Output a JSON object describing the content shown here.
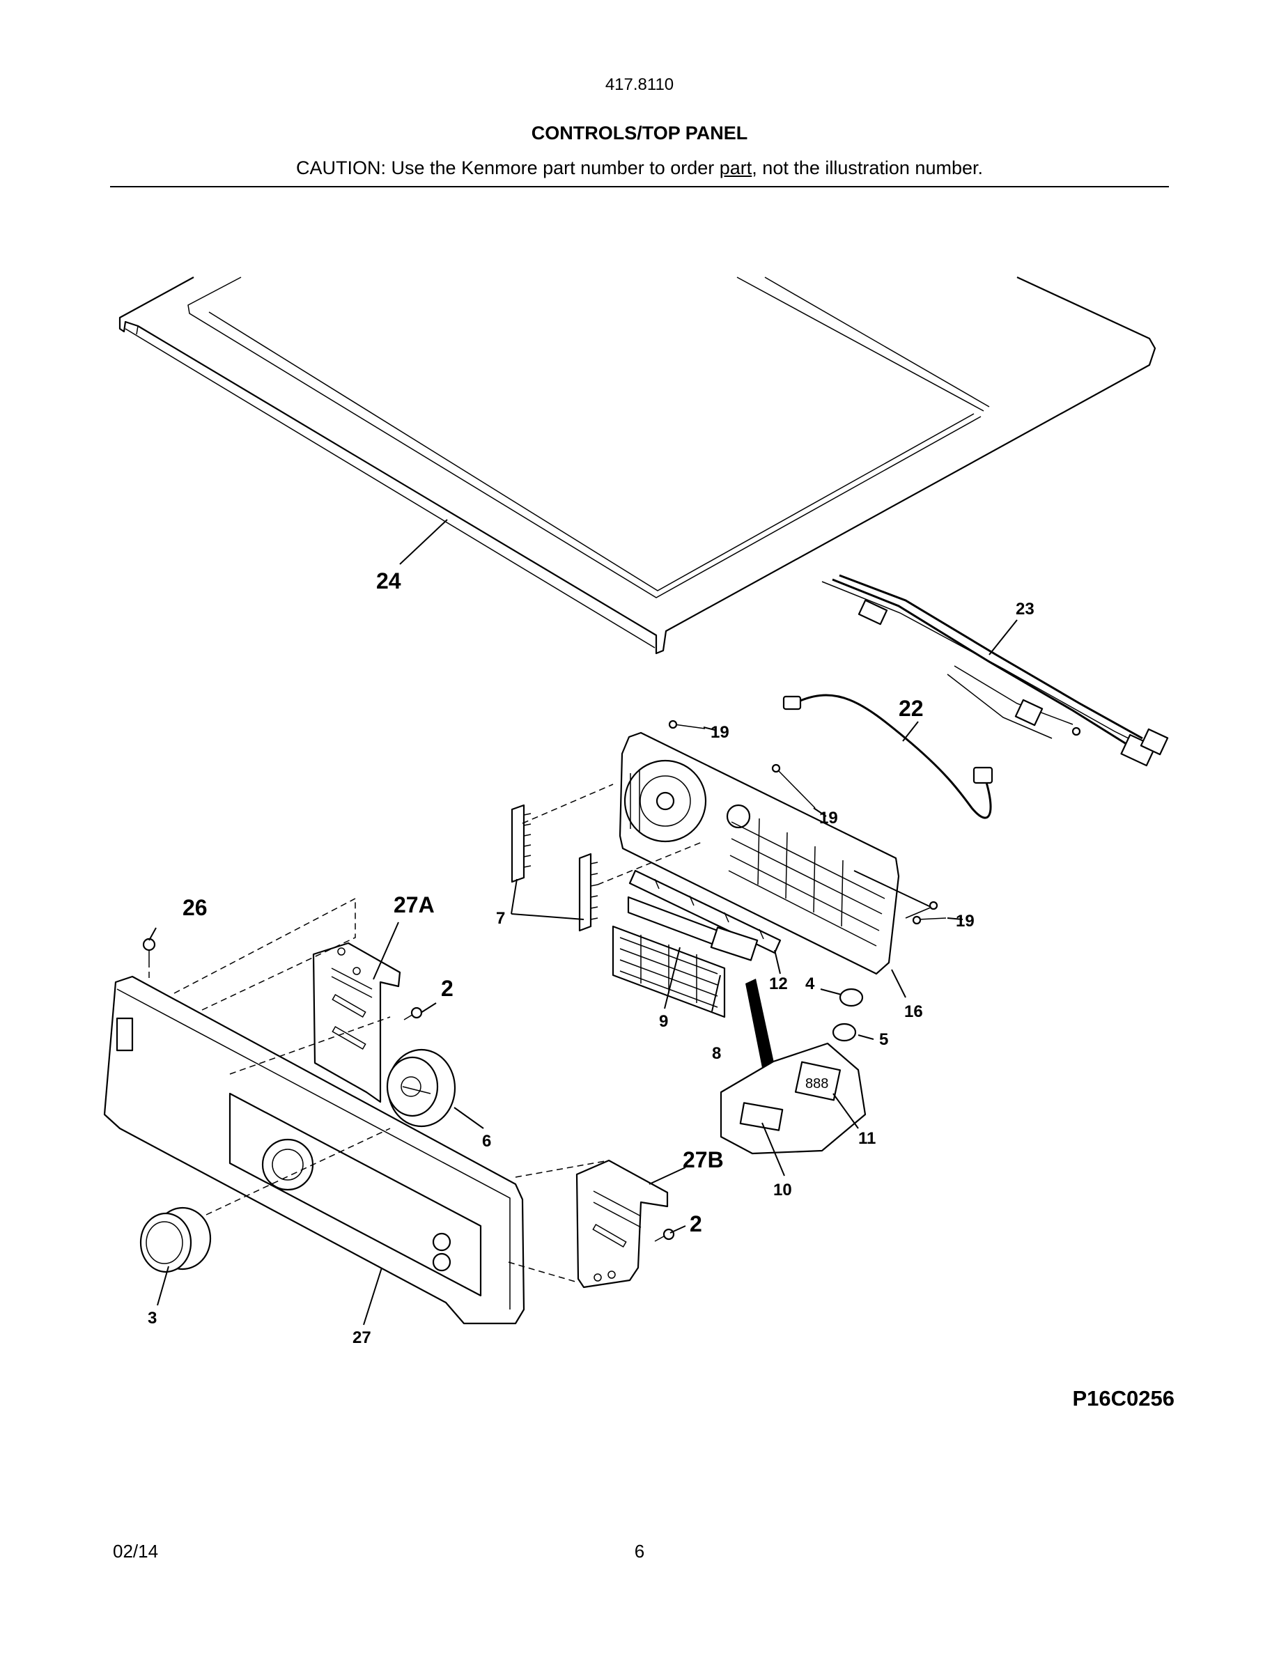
{
  "header": {
    "model": "417.8110",
    "title": "CONTROLS/TOP PANEL",
    "caution_pre": "CAUTION: Use the Kenmore part number to order ",
    "caution_underlined": "part",
    "caution_post": ", not the illustration number."
  },
  "callouts": {
    "c24": "24",
    "c23": "23",
    "c22": "22",
    "c19a": "19",
    "c19b": "19",
    "c19c": "19",
    "c16": "16",
    "c12": "12",
    "c4": "4",
    "c5": "5",
    "c7": "7",
    "c9": "9",
    "c8": "8",
    "c26": "26",
    "c27A": "27A",
    "c2a": "2",
    "c6": "6",
    "c3": "3",
    "c27": "27",
    "c27B": "27B",
    "c2b": "2",
    "c10": "10",
    "c11": "11"
  },
  "footer": {
    "drawing_ref": "P16C0256",
    "date": "02/14",
    "page": "6"
  }
}
